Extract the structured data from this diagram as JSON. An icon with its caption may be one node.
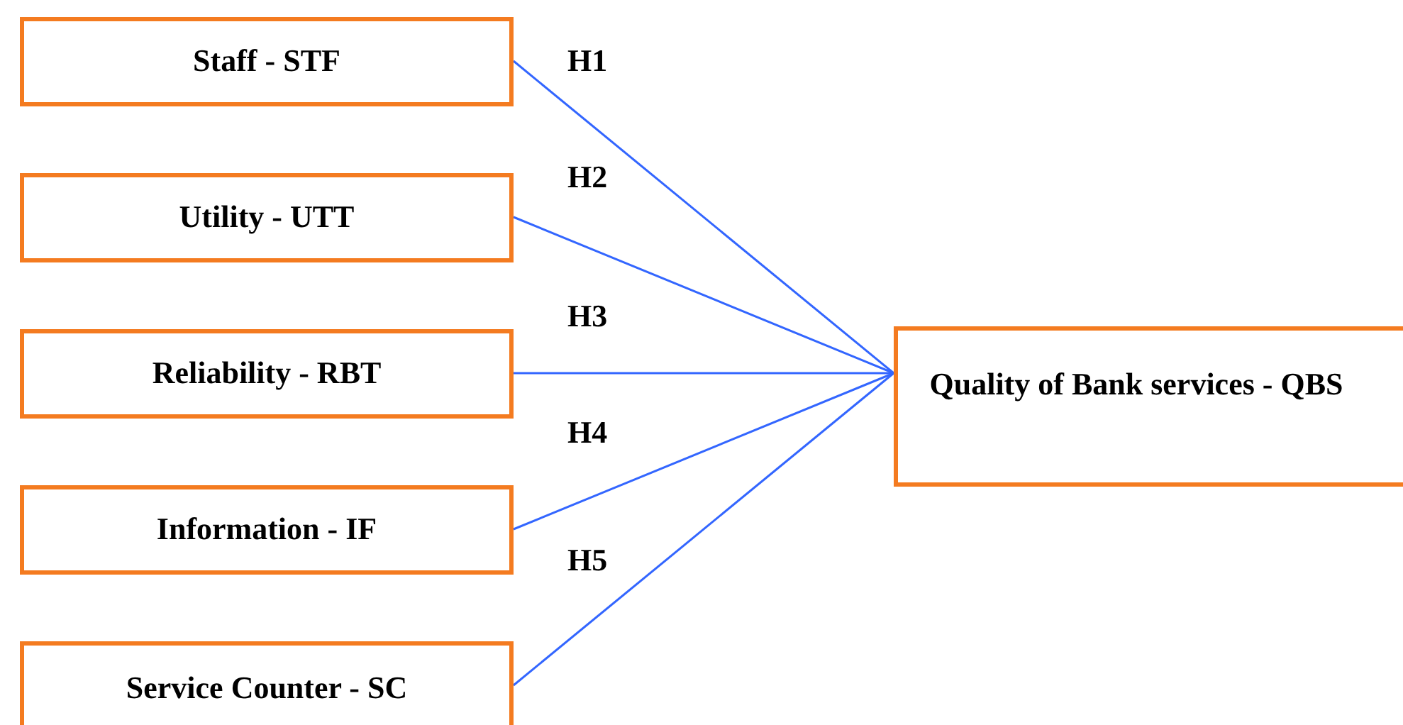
{
  "diagram": {
    "nodes": [
      {
        "text": [
          "Staff - STF"
        ]
      },
      {
        "text": [
          "Utility - UTT"
        ]
      },
      {
        "text": [
          "Reliability - RBT"
        ]
      },
      {
        "text": [
          "Information - IF"
        ]
      },
      {
        "text": [
          "Service Counter - SC"
        ]
      },
      {
        "text": [
          "Quality of Bank services - QBS"
        ]
      }
    ],
    "edges": [
      {
        "from": 0,
        "to": 5,
        "arrow": "none",
        "label": "H1"
      },
      {
        "from": 1,
        "to": 5,
        "arrow": "none",
        "label": "H2"
      },
      {
        "from": 2,
        "to": 5,
        "arrow": "none",
        "label": "H3"
      },
      {
        "from": 3,
        "to": 5,
        "arrow": "none",
        "label": "H4"
      },
      {
        "from": 4,
        "to": 5,
        "arrow": "none",
        "label": "H5"
      }
    ]
  }
}
